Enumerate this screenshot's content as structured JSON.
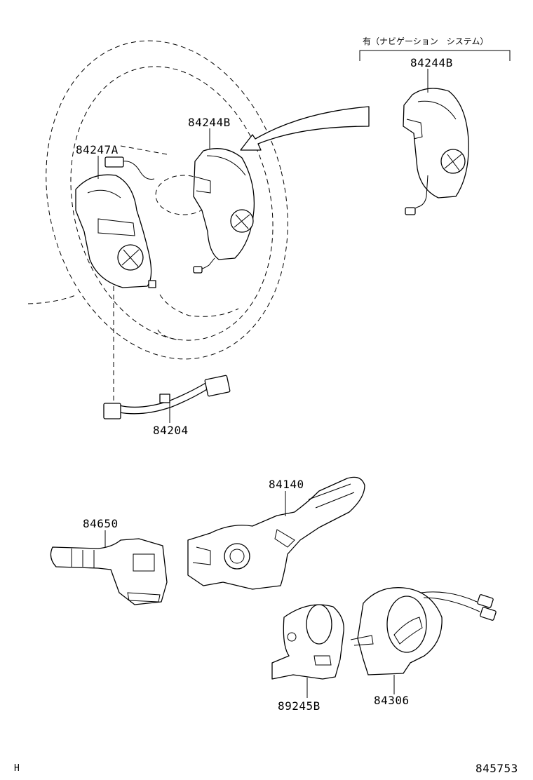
{
  "variant_note": "有（ナビゲーション　システム）",
  "parts": {
    "switch_84244b_nav": "84244B",
    "switch_84244b": "84244B",
    "switch_84247a": "84247A",
    "wire_84204": "84204",
    "switch_84140": "84140",
    "switch_84650": "84650",
    "sensor_89245b": "89245B",
    "spiral_cable_84306": "84306"
  },
  "footer": {
    "left_code": "H",
    "illustration_number": "845753"
  }
}
